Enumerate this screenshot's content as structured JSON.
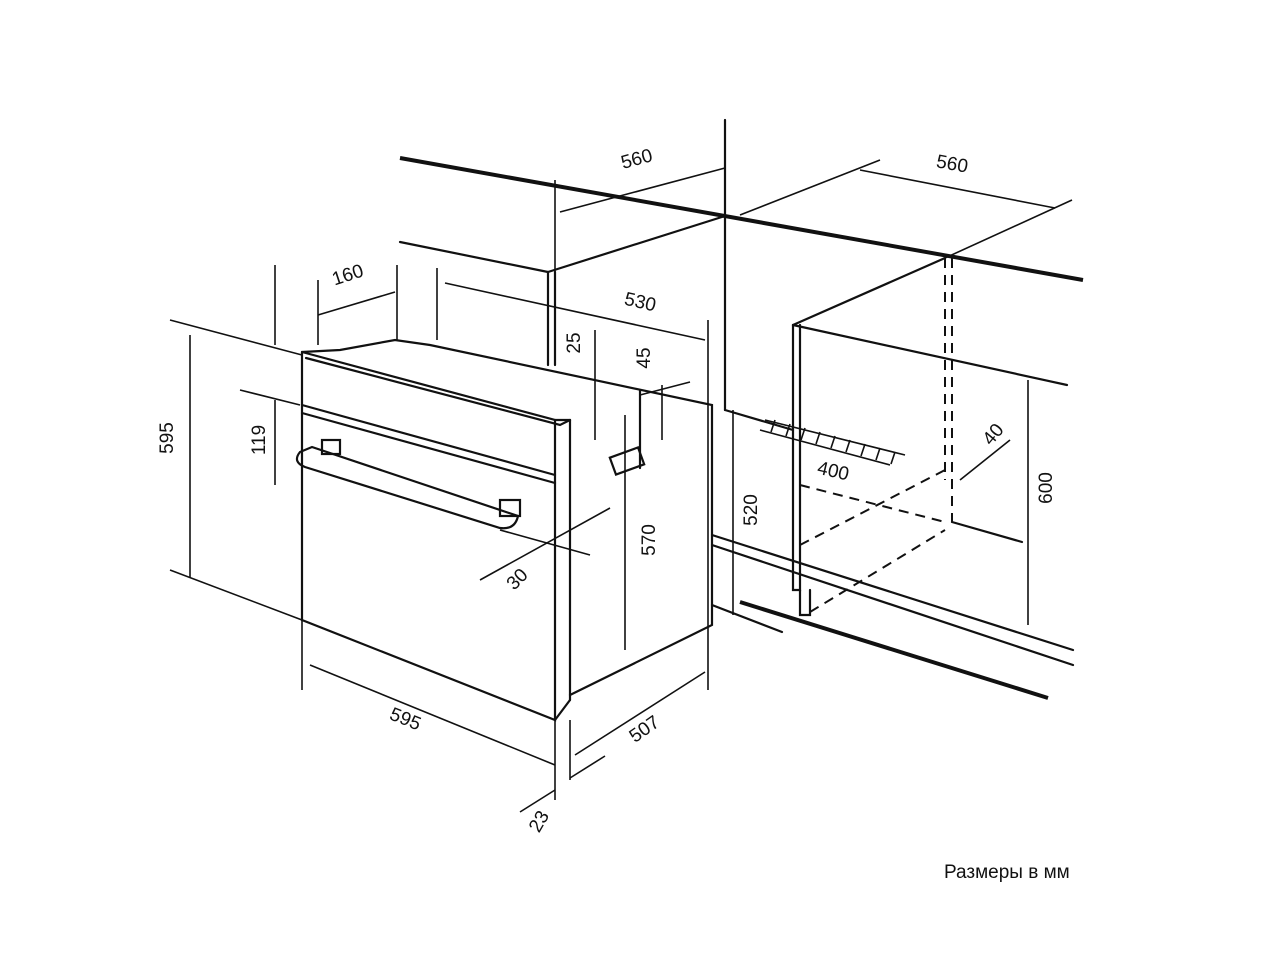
{
  "title": "Размеры в мм",
  "dimensions": {
    "cabinet_width_left": "560",
    "cabinet_width_right": "560",
    "rear_clearance": "160",
    "niche_depth": "530",
    "top_gap": "25",
    "top_gap_2": "45",
    "panel_height": "119",
    "oven_height": "595",
    "body_height": "570",
    "niche_height_oven": "520",
    "niche_height_cabinet": "600",
    "vent_width": "400",
    "vent_depth": "40",
    "handle_offset": "30",
    "oven_width": "595",
    "oven_depth": "507",
    "front_thickness": "23"
  }
}
